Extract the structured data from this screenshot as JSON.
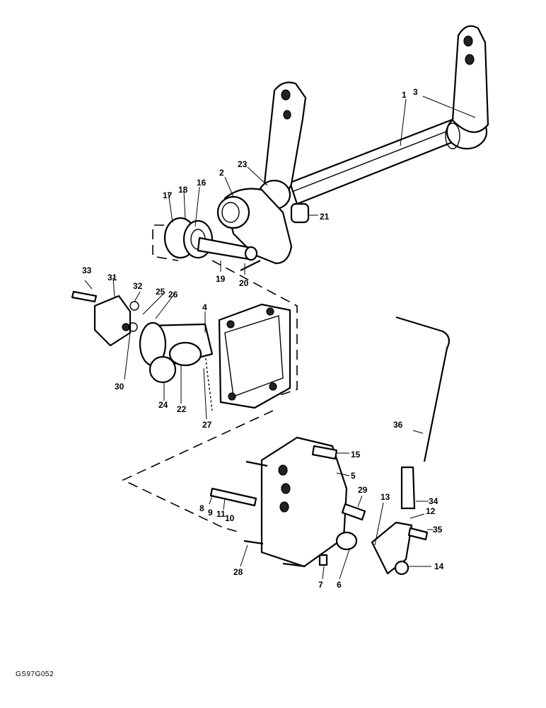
{
  "drawing": {
    "reference_code": "GS97G052",
    "callouts": {
      "c1": "1",
      "c2": "2",
      "c3": "3",
      "c4": "4",
      "c5": "5",
      "c6": "6",
      "c7": "7",
      "c8": "8",
      "c9": "9",
      "c10": "10",
      "c11": "11",
      "c12": "12",
      "c13": "13",
      "c14": "14",
      "c15": "15",
      "c16": "16",
      "c17": "17",
      "c18": "18",
      "c19": "19",
      "c20": "20",
      "c21": "21",
      "c22": "22",
      "c23": "23",
      "c24": "24",
      "c25": "25",
      "c26": "26",
      "c27": "27",
      "c28": "28",
      "c29": "29",
      "c30": "30",
      "c31": "31",
      "c32": "32",
      "c33": "33",
      "c34": "34",
      "c35": "35",
      "c36": "36"
    }
  }
}
